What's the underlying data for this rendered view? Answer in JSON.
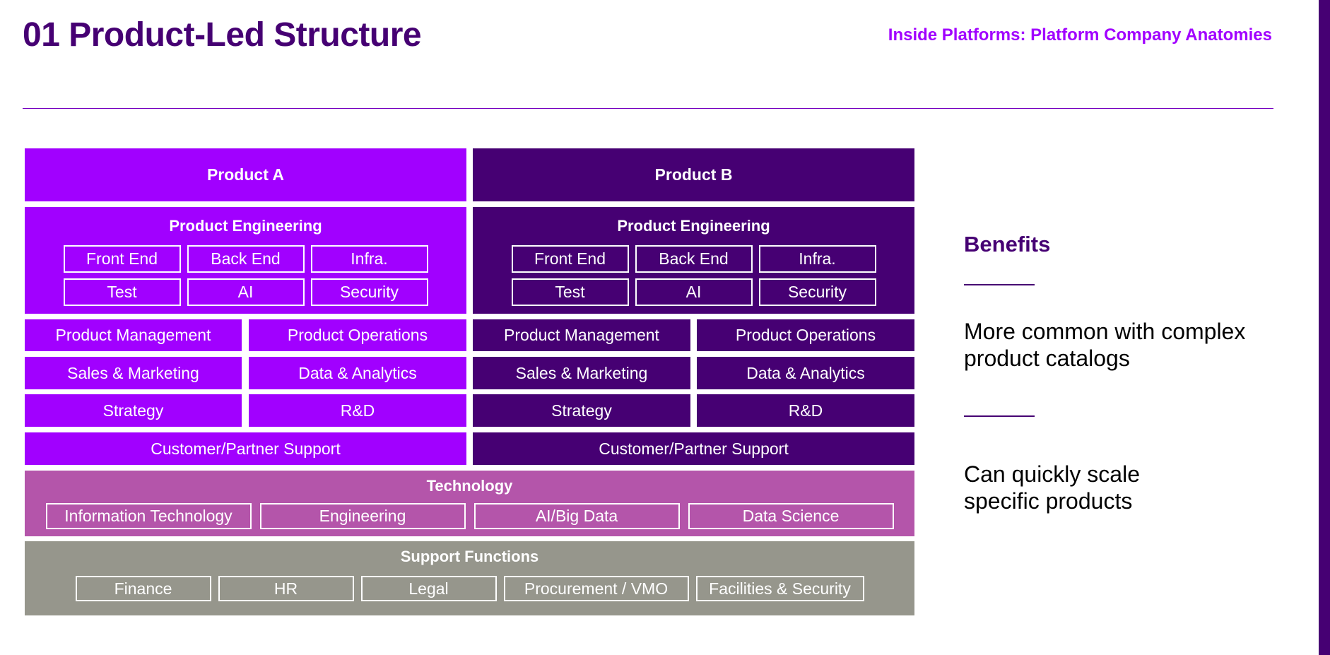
{
  "header": {
    "title": "01 Product-Led Structure",
    "subtitle": "Inside Platforms: Platform Company Anatomies"
  },
  "diagram": {
    "products": [
      {
        "name": "Product A",
        "engineering_title": "Product Engineering",
        "engineering_items": [
          "Front End",
          "Back End",
          "Infra.",
          "Test",
          "AI",
          "Security"
        ],
        "rows": [
          [
            "Product Management",
            "Product Operations"
          ],
          [
            "Sales & Marketing",
            "Data & Analytics"
          ],
          [
            "Strategy",
            "R&D"
          ]
        ],
        "support": "Customer/Partner Support"
      },
      {
        "name": "Product B",
        "engineering_title": "Product Engineering",
        "engineering_items": [
          "Front End",
          "Back End",
          "Infra.",
          "Test",
          "AI",
          "Security"
        ],
        "rows": [
          [
            "Product Management",
            "Product Operations"
          ],
          [
            "Sales & Marketing",
            "Data & Analytics"
          ],
          [
            "Strategy",
            "R&D"
          ]
        ],
        "support": "Customer/Partner Support"
      }
    ],
    "technology": {
      "title": "Technology",
      "items": [
        "Information Technology",
        "Engineering",
        "AI/Big Data",
        "Data Science"
      ]
    },
    "support_functions": {
      "title": "Support Functions",
      "items": [
        "Finance",
        "HR",
        "Legal",
        "Procurement / VMO",
        "Facilities & Security"
      ]
    }
  },
  "benefits": {
    "title": "Benefits",
    "items": [
      "More common with complex product catalogs",
      "Can quickly scale specific products"
    ]
  },
  "colors": {
    "product_a": "#a100ff",
    "product_b": "#460073",
    "technology": "#b455aa",
    "support_functions": "#96968c",
    "accent": "#a100ff",
    "dark_purple": "#460073"
  }
}
